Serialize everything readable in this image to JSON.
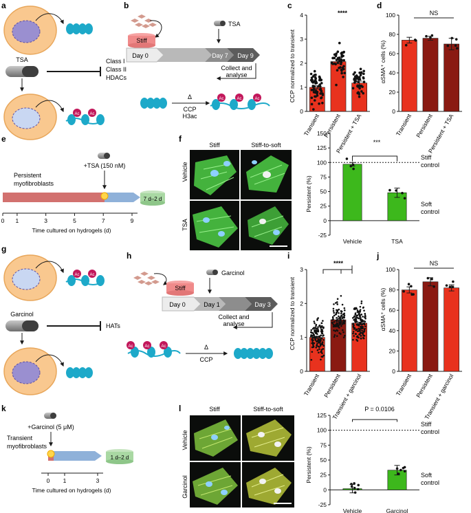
{
  "colors": {
    "cell_outer": "#f9c88f",
    "cell_stroke": "#e8a65a",
    "nucleus": "#9a8fd0",
    "nucleus_dark": "#5d4fa3",
    "nucleus_light": "#c9d7f2",
    "dna": "#1da9c9",
    "ac": "#c2185b",
    "bar_red": "#e8321e",
    "bar_dark": "#8a1a12",
    "bar_green": "#3db81c",
    "stiff": "#f08a8a",
    "soft": "#a9d8a3",
    "arrow_gray": "#8d8d8d",
    "timeline_red": "#d2716f",
    "timeline_blue": "#8fb1d9",
    "fluor_green": "#4fd046",
    "fluor_yellow": "#b9c63a"
  },
  "panels": {
    "a": {
      "letter": "a",
      "drug": "TSA",
      "targets": [
        "Class I",
        "Class II",
        "HDACs"
      ],
      "ac": "Ac"
    },
    "b": {
      "letter": "b",
      "stiff": "Stiff",
      "drug": "TSA",
      "days": [
        "Day 0",
        "Day 7",
        "Day 9"
      ],
      "collect": [
        "Collect and",
        "analyse"
      ],
      "delta": "Δ",
      "measure": [
        "CCP",
        "H3ac"
      ],
      "ac": "Ac"
    },
    "c": {
      "letter": "c",
      "ylabel": "CCP normalized to transient",
      "sig": "****"
    },
    "d": {
      "letter": "d",
      "ylabel": "αSMA⁺ cells (%)",
      "sig": "NS"
    },
    "e": {
      "letter": "e",
      "drug": "+TSA (150 nM)",
      "group": [
        "Persistent",
        "myofibroblasts"
      ],
      "dish": "7 d–2 d",
      "xlabel": "Time cultured on hydrogels (d)",
      "ticks": [
        "0",
        "1",
        "3",
        "5",
        "7",
        "9"
      ]
    },
    "f": {
      "letter": "f",
      "cols": [
        "Stiff",
        "Stiff-to-soft"
      ],
      "rows": [
        "Vehicle",
        "TSA"
      ],
      "ylabel": "Persistent (%)",
      "sig": "***",
      "ref_top": [
        "Stiff",
        "control"
      ],
      "ref_bottom": [
        "Soft",
        "control"
      ]
    },
    "g": {
      "letter": "g",
      "drug": "Garcinol",
      "target": "HATs",
      "ac": "Ac"
    },
    "h": {
      "letter": "h",
      "stiff": "Stiff",
      "drug": "Garcinol",
      "days": [
        "Day 0",
        "Day 1",
        "Day 3"
      ],
      "collect": [
        "Collect and",
        "analyse"
      ],
      "delta": "Δ",
      "measure": [
        "CCP"
      ],
      "ac": "Ac"
    },
    "i": {
      "letter": "i",
      "ylabel": "CCP normalized to transient",
      "sig": "****"
    },
    "j": {
      "letter": "j",
      "ylabel": "αSMA⁺ cells (%)",
      "sig": "NS"
    },
    "k": {
      "letter": "k",
      "drug": "+Garcinol (5 μM)",
      "group": [
        "Transient",
        "myofibroblasts"
      ],
      "dish": "1 d–2 d",
      "xlabel": "Time cultured on hydrogels (d)",
      "ticks": [
        "0",
        "1",
        "3"
      ]
    },
    "l": {
      "letter": "l",
      "cols": [
        "Stiff",
        "Stiff-to-soft"
      ],
      "rows": [
        "Vehicle",
        "Garcinol"
      ],
      "ylabel": "Persistent (%)",
      "pval": "P = 0.0106",
      "ref_top": [
        "Stiff",
        "control"
      ],
      "ref_bottom": [
        "Soft",
        "control"
      ]
    }
  },
  "chart_data": [
    {
      "id": "c",
      "type": "bar",
      "categories": [
        "Transient",
        "Persistent",
        "Persistent + TSA"
      ],
      "values": [
        1.0,
        2.07,
        1.18
      ],
      "errors": [
        0.06,
        0.09,
        0.08
      ],
      "ylabel": "CCP normalized to transient",
      "ylim": [
        0,
        4
      ],
      "yticks": [
        0,
        1,
        2,
        3,
        4
      ],
      "bar_colors": [
        "#e8321e",
        "#e8321e",
        "#e8321e"
      ]
    },
    {
      "id": "d",
      "type": "bar",
      "categories": [
        "Transient",
        "Persistent",
        "Persistent + TSA"
      ],
      "values": [
        74,
        76,
        70
      ],
      "errors": [
        3,
        2,
        6
      ],
      "ylabel": "αSMA⁺ cells (%)",
      "ylim": [
        0,
        100
      ],
      "yticks": [
        0,
        20,
        40,
        60,
        80,
        100
      ],
      "bar_colors": [
        "#e8321e",
        "#8a1a12",
        "#8a1a12"
      ]
    },
    {
      "id": "f",
      "type": "bar",
      "categories": [
        "Vehicle",
        "TSA"
      ],
      "values": [
        97,
        48
      ],
      "errors": [
        3,
        8
      ],
      "ylabel": "Persistent (%)",
      "ylim": [
        -25,
        150
      ],
      "yticks": [
        -25,
        0,
        25,
        50,
        75,
        100,
        125,
        150
      ],
      "bar_colors": [
        "#3db81c",
        "#3db81c"
      ]
    },
    {
      "id": "i",
      "type": "bar",
      "categories": [
        "Transient",
        "Persistent",
        "Transient + garcinol"
      ],
      "values": [
        1.0,
        1.52,
        1.42
      ],
      "errors": [
        0.03,
        0.05,
        0.03
      ],
      "ylabel": "CCP normalized to transient",
      "ylim": [
        0,
        3
      ],
      "yticks": [
        0,
        1,
        2,
        3
      ],
      "bar_colors": [
        "#e8321e",
        "#8a1a12",
        "#e8321e"
      ]
    },
    {
      "id": "j",
      "type": "bar",
      "categories": [
        "Transient",
        "Persistent",
        "Transient + garcinol"
      ],
      "values": [
        80,
        88,
        82
      ],
      "errors": [
        3,
        4,
        3
      ],
      "ylabel": "αSMA⁺ cells (%)",
      "ylim": [
        0,
        100
      ],
      "yticks": [
        0,
        20,
        40,
        60,
        80,
        100
      ],
      "bar_colors": [
        "#e8321e",
        "#8a1a12",
        "#e8321e"
      ]
    },
    {
      "id": "l",
      "type": "bar",
      "categories": [
        "Vehicle",
        "Garcinol"
      ],
      "values": [
        2,
        33
      ],
      "errors": [
        7,
        8
      ],
      "ylabel": "Persistent (%)",
      "ylim": [
        -25,
        125
      ],
      "yticks": [
        -25,
        0,
        25,
        50,
        75,
        100,
        125
      ],
      "bar_colors": [
        "#3db81c",
        "#3db81c"
      ]
    }
  ]
}
